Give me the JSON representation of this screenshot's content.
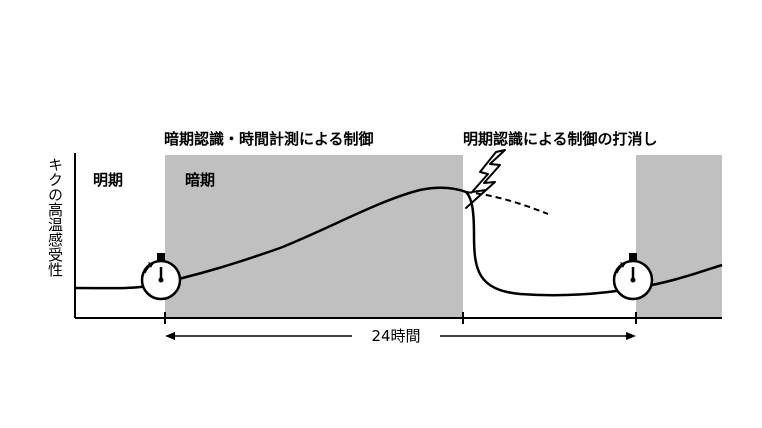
{
  "labels": {
    "dark_control": "暗期認識・時間計測による制御",
    "light_cancel": "明期認識による制御の打消し",
    "light_period": "明期",
    "dark_period": "暗期",
    "y_axis": "キクの高温感受性",
    "span": "24時間"
  },
  "colors": {
    "dark_shading": "#c0c0c0",
    "line": "#000000",
    "background": "#ffffff"
  },
  "icons": [
    "timer-icon",
    "timer-icon",
    "lightning-icon"
  ]
}
